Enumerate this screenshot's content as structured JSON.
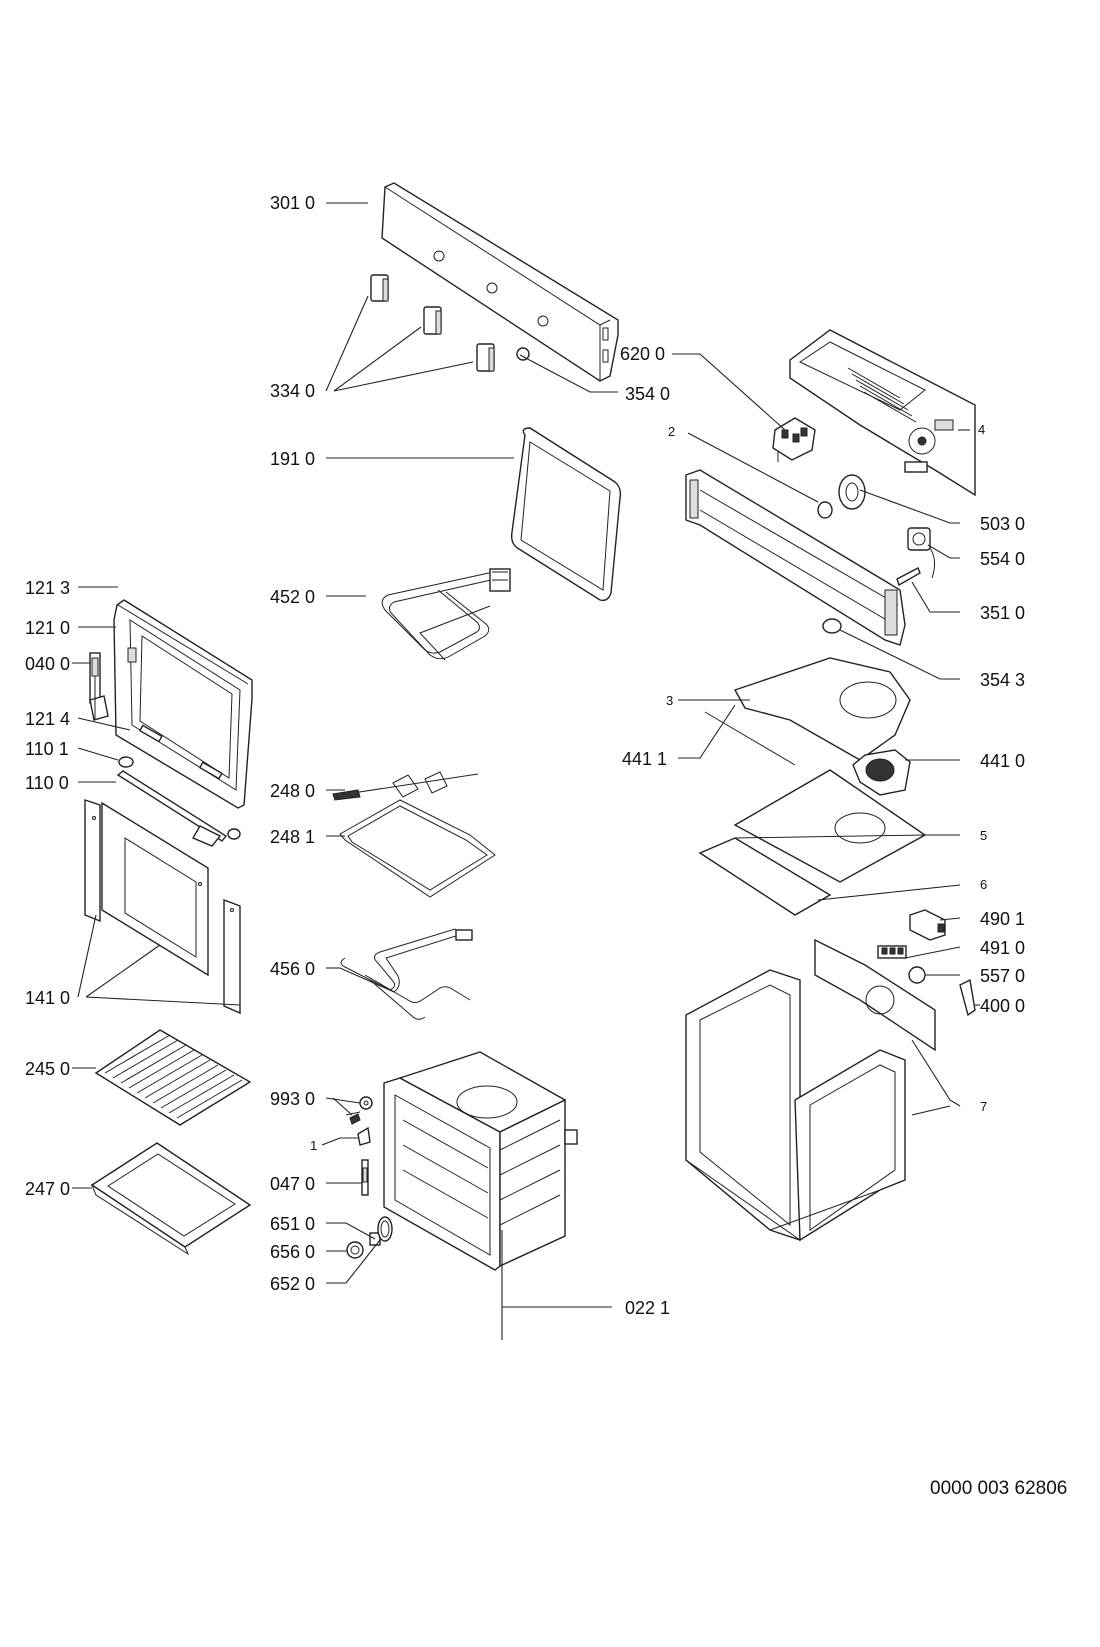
{
  "labels": {
    "l_3010": "301 0",
    "l_3340": "334 0",
    "l_3540": "354 0",
    "l_1910": "191 0",
    "l_6200": "620 0",
    "l_2": "2",
    "l_4": "4",
    "l_5030": "503 0",
    "l_5540": "554 0",
    "l_3510": "351 0",
    "l_3543": "354 3",
    "l_1213": "121 3",
    "l_1210": "121 0",
    "l_0400": "040 0",
    "l_1214": "121 4",
    "l_1101": "110 1",
    "l_1100": "110 0",
    "l_4520": "452 0",
    "l_3": "3",
    "l_4411": "441 1",
    "l_4410": "441 0",
    "l_2480": "248 0",
    "l_2481": "248 1",
    "l_5": "5",
    "l_6": "6",
    "l_4901": "490 1",
    "l_4910": "491 0",
    "l_5570": "557 0",
    "l_4000": "400 0",
    "l_4560": "456 0",
    "l_1410": "141 0",
    "l_2450": "245 0",
    "l_9930": "993 0",
    "l_1": "1",
    "l_7": "7",
    "l_0470": "047 0",
    "l_2470": "247 0",
    "l_6510": "651 0",
    "l_6560": "656 0",
    "l_6520": "652 0",
    "l_0221": "022 1"
  },
  "document_number": "0000 003 62806"
}
